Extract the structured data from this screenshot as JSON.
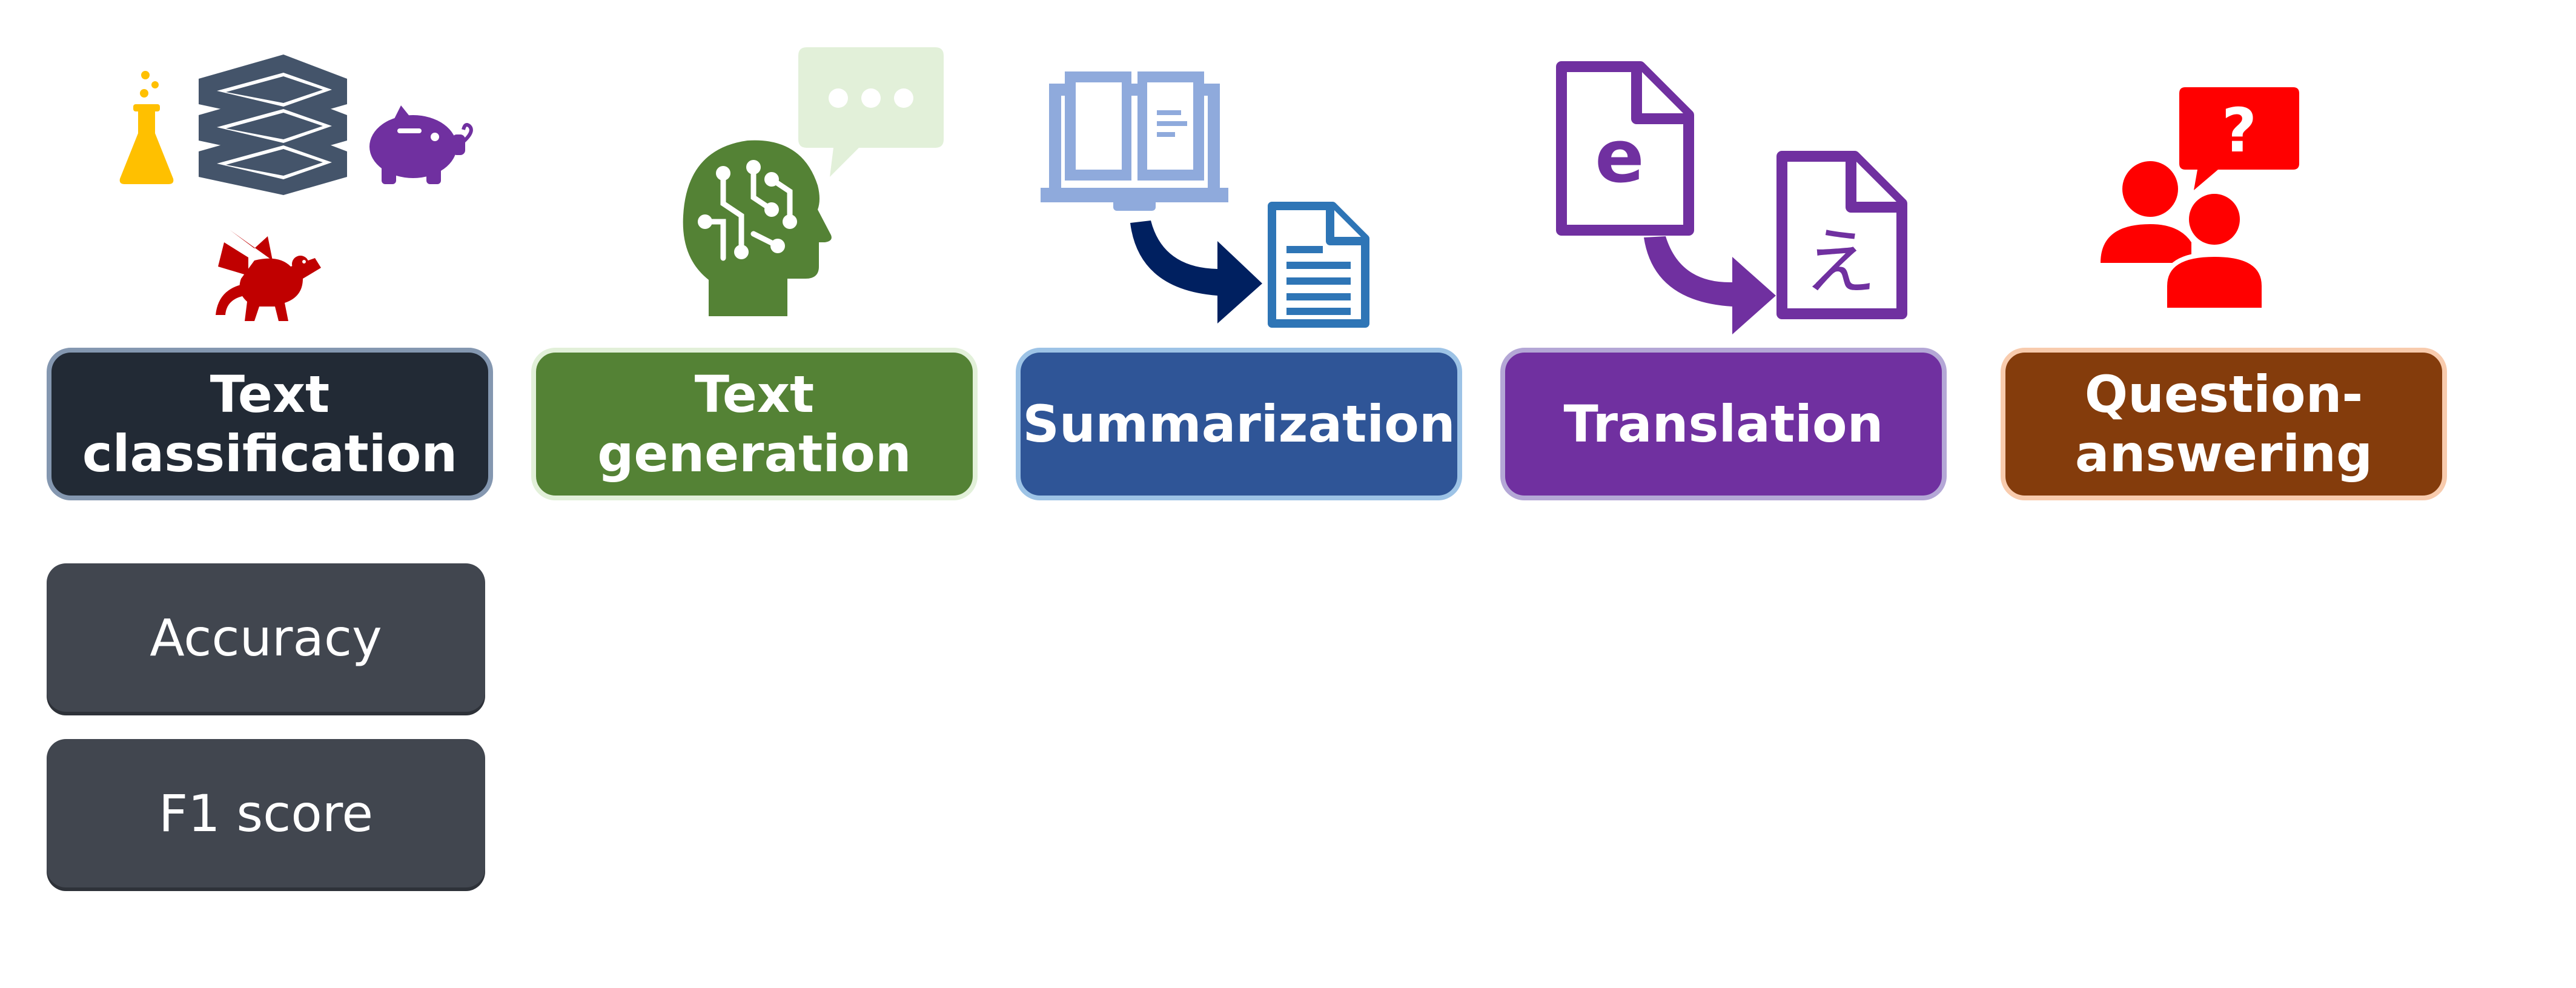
{
  "tasks": [
    {
      "id": "text-classification",
      "line1": "Text",
      "line2": "classification",
      "color": "#222a35",
      "border": "#8497b0"
    },
    {
      "id": "text-generation",
      "line1": "Text",
      "line2": "generation",
      "color": "#548235",
      "border": "#e2f0d9"
    },
    {
      "id": "summarization",
      "line1": "Summarization",
      "line2": "",
      "color": "#2f5597",
      "border": "#9dc3e6"
    },
    {
      "id": "translation",
      "line1": "Translation",
      "line2": "",
      "color": "#7030a0",
      "border": "#b4a7d6"
    },
    {
      "id": "question-answering",
      "line1": "Question-",
      "line2": "answering",
      "color": "#843c0c",
      "border": "#f8cbad"
    }
  ],
  "metrics": [
    {
      "label": "Accuracy"
    },
    {
      "label": "F1 score"
    }
  ],
  "icons": {
    "classification": [
      "flask-icon",
      "books-icon",
      "piggy-bank-icon",
      "dragon-icon"
    ],
    "generation": [
      "ai-head-icon",
      "speech-bubble-icon"
    ],
    "summarization": [
      "open-book-icon",
      "arrow-icon",
      "document-icon"
    ],
    "translation": [
      "document-e-icon",
      "arrow-icon",
      "document-japanese-icon"
    ],
    "qa": [
      "people-icon",
      "question-bubble-icon"
    ]
  },
  "icon_text": {
    "doc_e": "e",
    "doc_jp": "え",
    "question": "?"
  }
}
